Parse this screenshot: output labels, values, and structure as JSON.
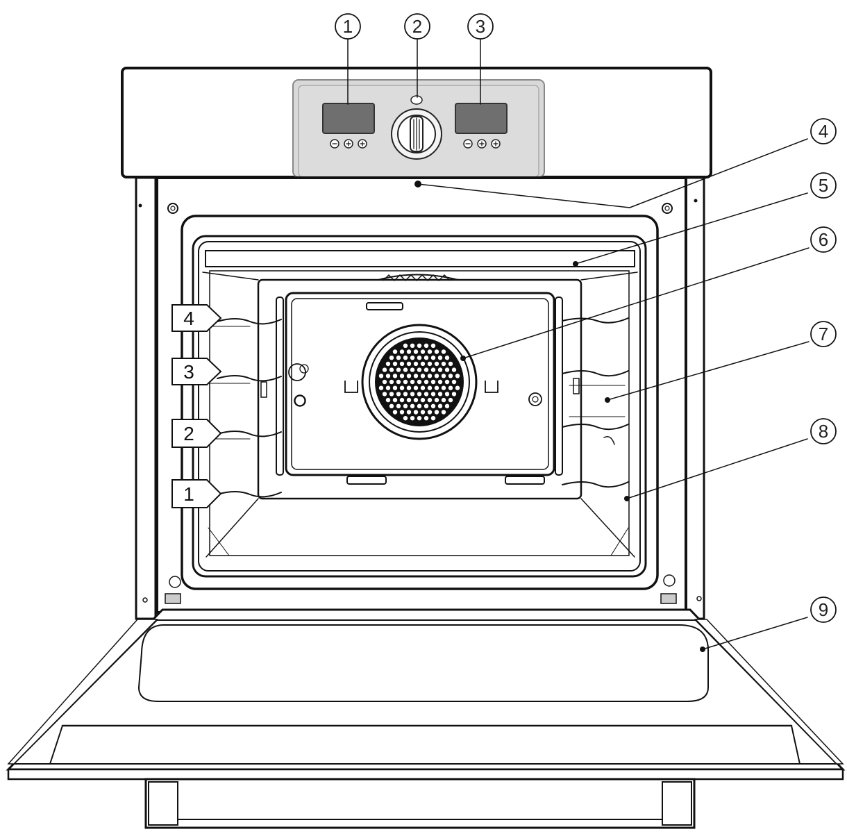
{
  "callouts": [
    {
      "id": "c1",
      "label": "1"
    },
    {
      "id": "c2",
      "label": "2"
    },
    {
      "id": "c3",
      "label": "3"
    },
    {
      "id": "c4",
      "label": "4"
    },
    {
      "id": "c5",
      "label": "5"
    },
    {
      "id": "c6",
      "label": "6"
    },
    {
      "id": "c7",
      "label": "7"
    },
    {
      "id": "c8",
      "label": "8"
    },
    {
      "id": "c9",
      "label": "9"
    }
  ],
  "shelf_levels": [
    "4",
    "3",
    "2",
    "1"
  ],
  "controls": {
    "left_buttons": [
      "⊖",
      "⊕",
      "⊕"
    ],
    "right_buttons": [
      "⊖",
      "⊕",
      "⊕"
    ]
  },
  "colors": {
    "line": "#111111",
    "panel": "#d9d9d9",
    "display": "#6f6f6f",
    "background": "#ffffff"
  }
}
